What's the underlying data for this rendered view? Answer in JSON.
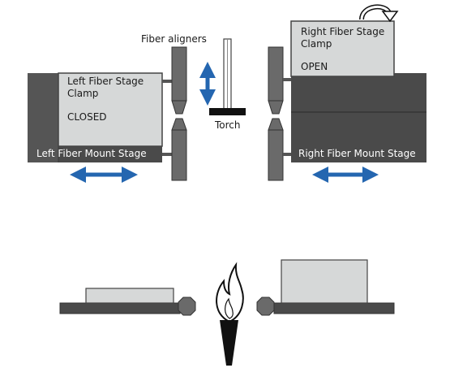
{
  "labels": {
    "fiber_aligners": "Fiber aligners",
    "torch": "Torch",
    "left_clamp_line1": "Left Fiber Stage",
    "left_clamp_line2": "Clamp",
    "left_clamp_state": "CLOSED",
    "right_clamp_line1": "Right Fiber Stage",
    "right_clamp_line2": "Clamp",
    "right_clamp_state": "OPEN",
    "left_mount_stage": "Left Fiber Mount Stage",
    "right_mount_stage": "Right Fiber Mount Stage"
  },
  "colors": {
    "stage_dark": "#4a4a4a",
    "stage_mid": "#5a5a5a",
    "clamp_fill": "#d6d8d8",
    "aligner": "#6a6a6a",
    "arrow_blue": "#2466b0",
    "black": "#111111"
  },
  "icons": [
    "double-arrow-horizontal-icon",
    "double-arrow-vertical-icon",
    "curved-arrow-icon",
    "flame-icon"
  ]
}
